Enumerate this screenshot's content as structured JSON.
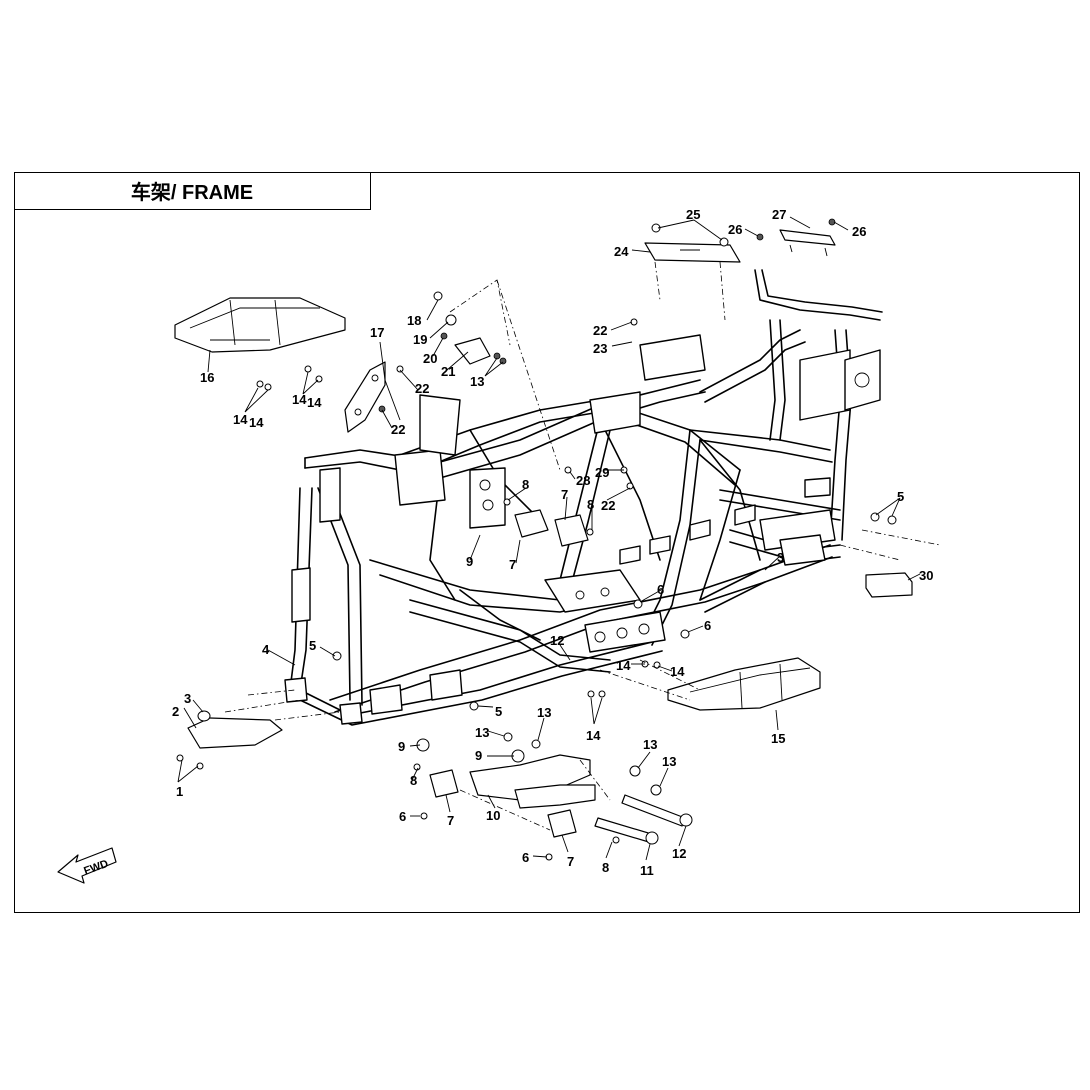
{
  "title": "车架/ FRAME",
  "fwd_label": "FWD",
  "callouts": [
    "1",
    "2",
    "3",
    "4",
    "5",
    "6",
    "7",
    "8",
    "9",
    "10",
    "11",
    "12",
    "13",
    "14",
    "15",
    "16",
    "17",
    "18",
    "19",
    "20",
    "21",
    "22",
    "23",
    "24",
    "25",
    "26",
    "27",
    "28",
    "29",
    "30"
  ]
}
